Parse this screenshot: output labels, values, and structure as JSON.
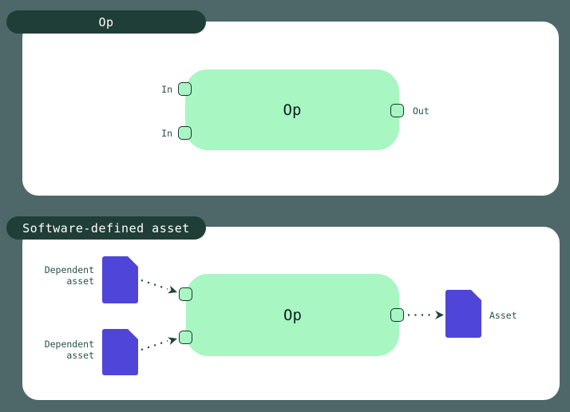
{
  "colors": {
    "background": "#4e686a",
    "panel": "#ffffff",
    "pill": "#1f3e37",
    "pill_text": "#ffffff",
    "node_fill": "#a8f6c2",
    "port_border": "#173734",
    "doc_fill": "#5045d9",
    "label_text": "#2b514c",
    "arrow": "#1d443f",
    "node_text": "#0b211e"
  },
  "op_section": {
    "title": "Op",
    "node": {
      "label": "Op"
    },
    "input_ports": [
      {
        "label": "In"
      },
      {
        "label": "In"
      }
    ],
    "output_port": {
      "label": "Out"
    }
  },
  "sda_section": {
    "title": "Software-defined asset",
    "node": {
      "label": "Op"
    },
    "dependent_assets": [
      {
        "label": "Dependent\nasset"
      },
      {
        "label": "Dependent\nasset"
      }
    ],
    "output_asset": {
      "label": "Asset"
    }
  }
}
